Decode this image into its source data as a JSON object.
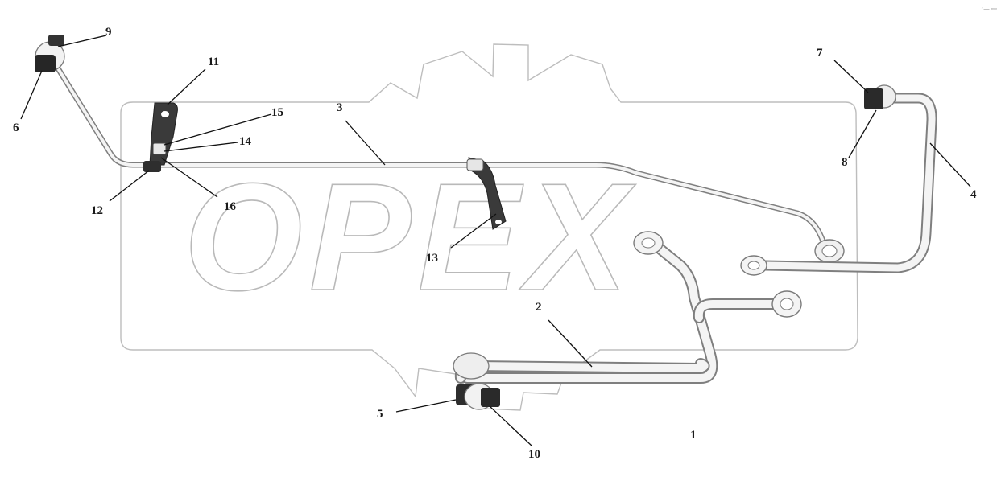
{
  "corner_mark": "↑— ▫▫▫",
  "watermark": {
    "text": "OPEX",
    "color": "#b9b9b9"
  },
  "callouts": [
    {
      "id": "1",
      "text": "1"
    },
    {
      "id": "2",
      "text": "2"
    },
    {
      "id": "3",
      "text": "3"
    },
    {
      "id": "4",
      "text": "4"
    },
    {
      "id": "5",
      "text": "5"
    },
    {
      "id": "6",
      "text": "6"
    },
    {
      "id": "7",
      "text": "7"
    },
    {
      "id": "8",
      "text": "8"
    },
    {
      "id": "9",
      "text": "9"
    },
    {
      "id": "10",
      "text": "10"
    },
    {
      "id": "11",
      "text": "11"
    },
    {
      "id": "12",
      "text": "12"
    },
    {
      "id": "13",
      "text": "13"
    },
    {
      "id": "14",
      "text": "14"
    },
    {
      "id": "15",
      "text": "15"
    },
    {
      "id": "16",
      "text": "16"
    }
  ],
  "colors": {
    "tube_outline": "#7f7f7f",
    "tube_fill": "#f4f4f4",
    "nut_dark": "#2a2a2a",
    "bracket": "#3a3a3a",
    "leader": "#111111"
  }
}
